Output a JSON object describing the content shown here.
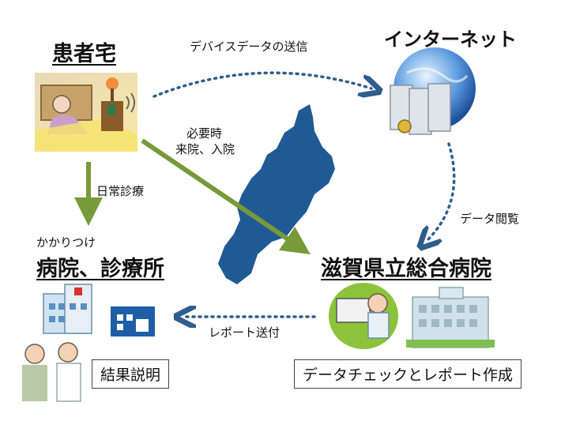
{
  "nodes": {
    "home": "患者宅",
    "internet": "インターネット",
    "clinic_prefix": "かかりつけ",
    "clinic": "病院、診療所",
    "hospital": "滋賀県立総合病院"
  },
  "edges": {
    "send_device_data": "デバイスデータの送信",
    "visit_line1": "必要時",
    "visit_line2": "来院、入院",
    "daily_care": "日常診療",
    "data_view": "データ閲覧",
    "report_send": "レポート送付"
  },
  "boxes": {
    "result_explain": "結果説明",
    "data_check": "データチェックとレポート作成"
  },
  "colors": {
    "arrow_green": "#779a3a",
    "dotted_blue": "#2e5d8e",
    "lake_blue": "#1f5a94"
  }
}
